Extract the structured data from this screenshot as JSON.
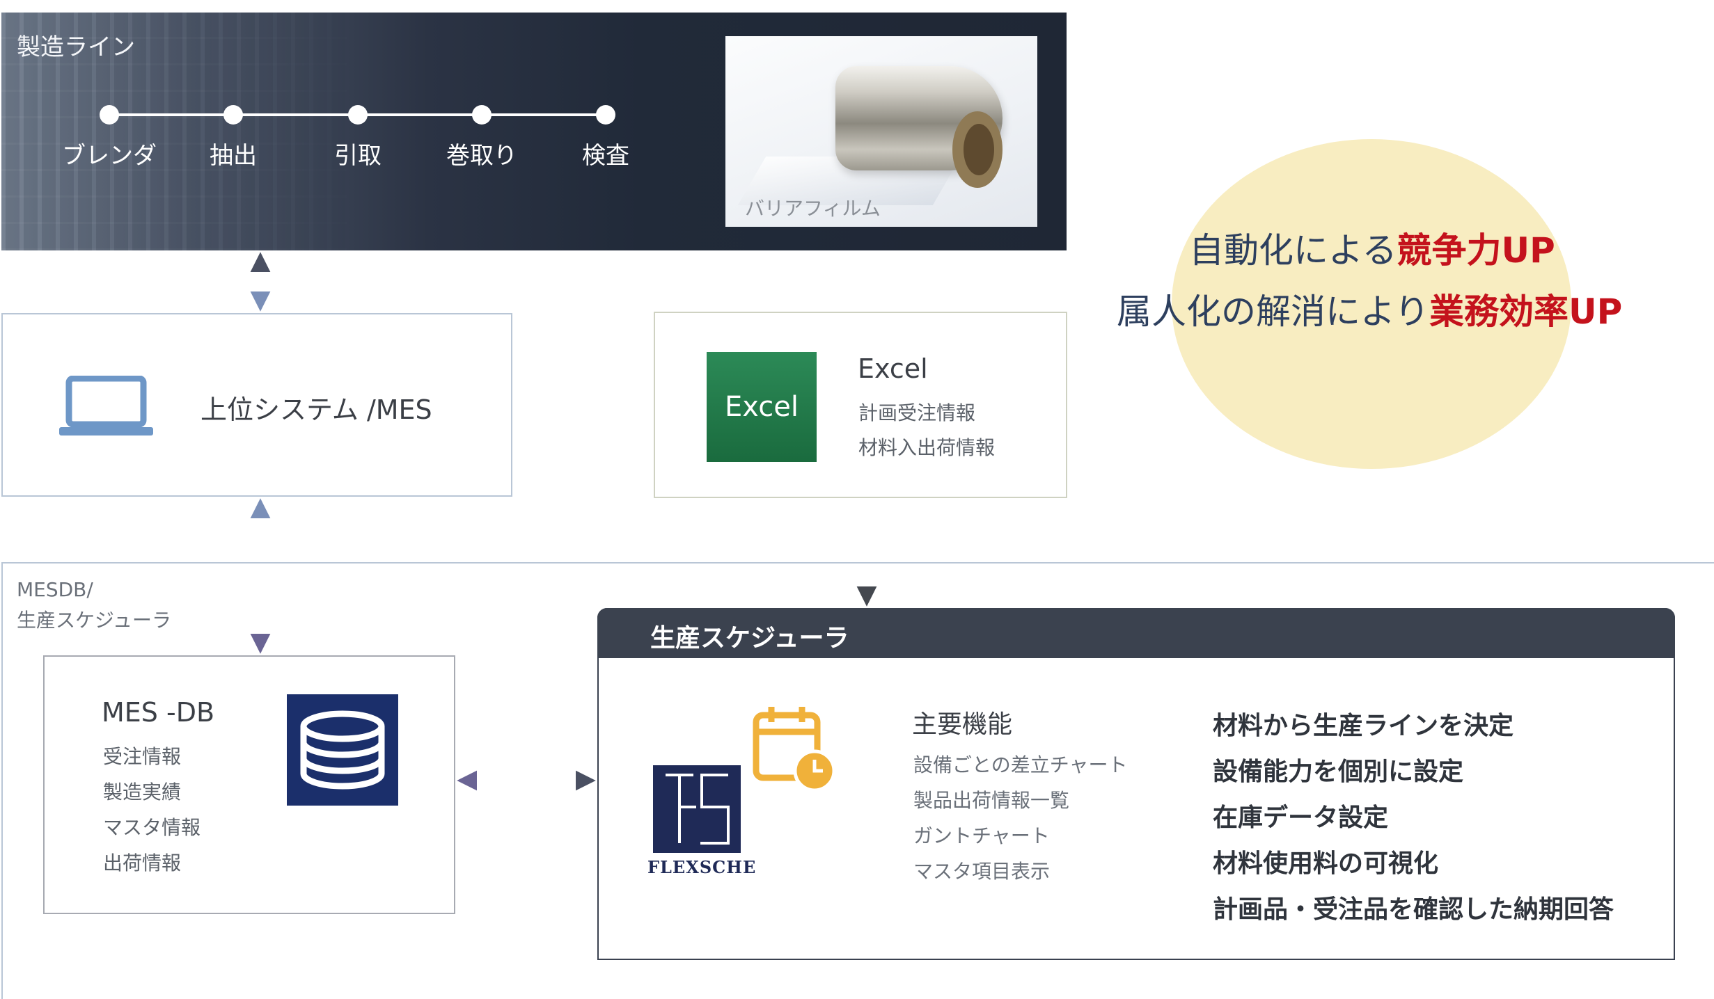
{
  "line": {
    "title": "製造ライン",
    "steps": [
      "ブレンダ",
      "抽出",
      "引取",
      "巻取り",
      "検査"
    ],
    "film_label": "バリアフィルム"
  },
  "mes": {
    "label": "上位システム /MES",
    "icon": "laptop-icon"
  },
  "excel": {
    "logo_text": "Excel",
    "title": "Excel",
    "items": [
      "計画受注情報",
      "材料入出荷情報"
    ]
  },
  "goals": {
    "line1_normal": "自動化による",
    "line1_highlight": "競争力UP",
    "line2_normal": "属人化の解消により",
    "line2_highlight": "業務効率UP",
    "highlight_color": "#c4121c",
    "circle_color": "#f8edc1"
  },
  "mesdb": {
    "label_line1": "MESDB/",
    "label_line2": "生産スケジューラ",
    "db": {
      "title": "MES -DB",
      "items": [
        "受注情報",
        "製造実績",
        "マスタ情報",
        "出荷情報"
      ],
      "icon": "database-icon"
    }
  },
  "scheduler": {
    "title": "生産スケジューラ",
    "logo_text": "FLEXSCHE",
    "functions_title": "主要機能",
    "functions": [
      "設備ごとの差立チャート",
      "製品出荷情報一覧",
      "ガントチャート",
      "マスタ項目表示"
    ],
    "features": [
      "材料から生産ラインを決定",
      "設備能力を個別に設定",
      "在庫データ設定",
      "材料使用料の可視化",
      "計画品・受注品を確認した納期回答"
    ]
  }
}
